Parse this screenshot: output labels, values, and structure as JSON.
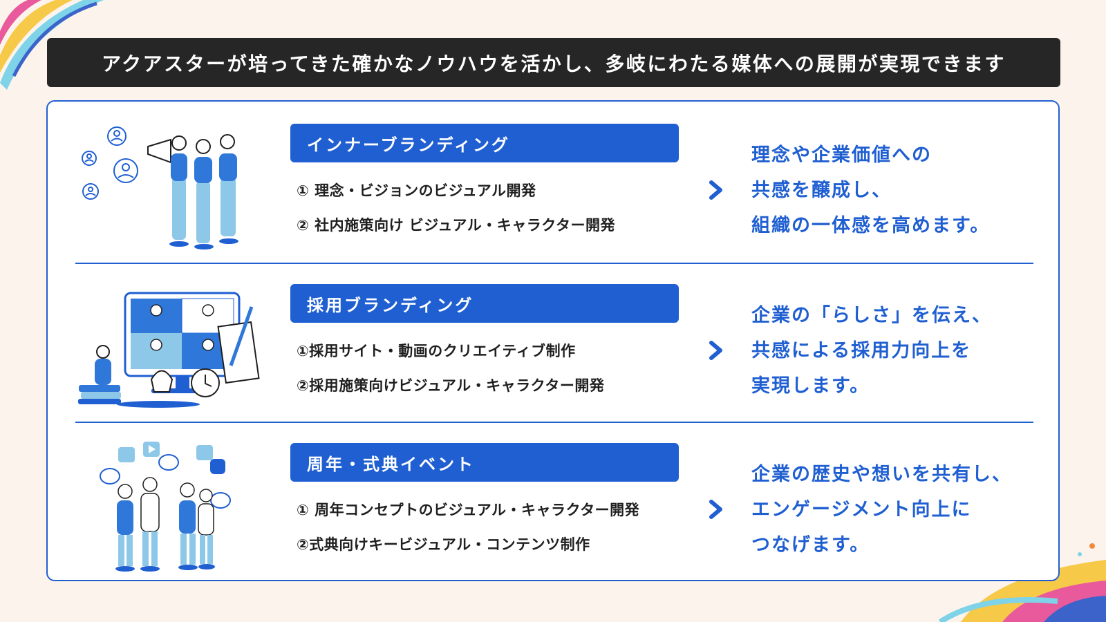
{
  "header": {
    "title": "アクアスターが培ってきた確かなノウハウを活かし、多岐にわたる媒体への展開が実現できます"
  },
  "colors": {
    "accent": "#1f5fd1",
    "banner_bg": "#262626",
    "page_bg": "#fcf4ec"
  },
  "sections": [
    {
      "label": "インナーブランディング",
      "items": [
        "① 理念・ビジョンのビジュアル開発",
        "② 社内施策向け ビジュアル・キャラクター開発"
      ],
      "result": [
        "理念や企業価値への",
        "共感を醸成し、",
        "組織の一体感を高めます。"
      ],
      "illustration": "megaphone-team-icon"
    },
    {
      "label": "採用ブランディング",
      "items": [
        "①採用サイト・動画のクリエイティブ制作",
        "②採用施策向けビジュアル・キャラクター開発"
      ],
      "result": [
        "企業の「らしさ」を伝え、",
        "共感による採用力向上を",
        "実現します。"
      ],
      "illustration": "video-meeting-icon"
    },
    {
      "label": "周年・式典イベント",
      "items": [
        "① 周年コンセプトのビジュアル・キャラクター開発",
        "②式典向けキービジュアル・コンテンツ制作"
      ],
      "result": [
        "企業の歴史や想いを共有し、",
        "エンゲージメント向上に",
        "つなげます。"
      ],
      "illustration": "people-chatting-icon"
    }
  ]
}
